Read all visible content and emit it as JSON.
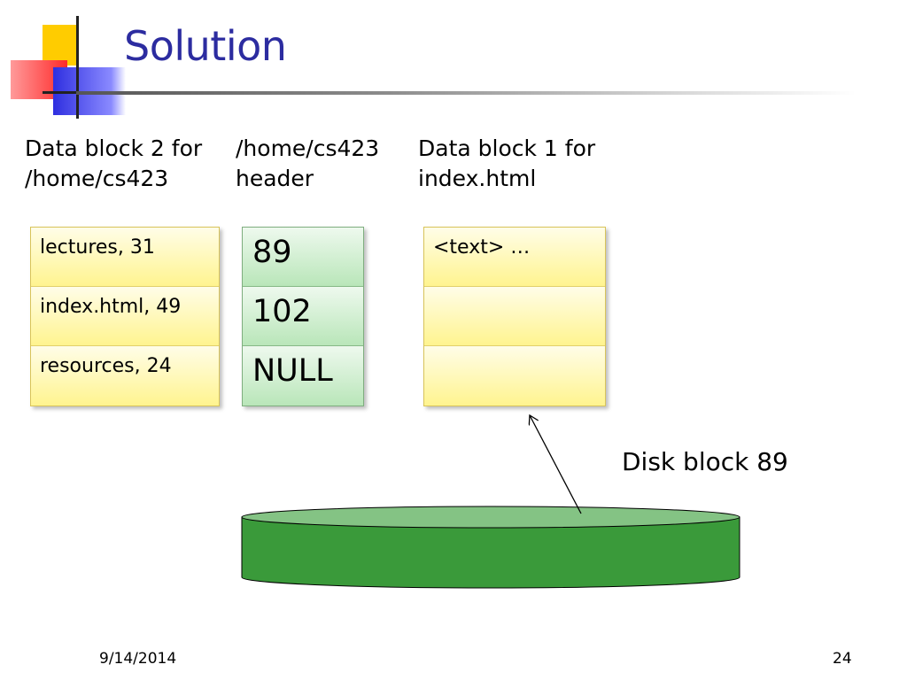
{
  "slide": {
    "title": "Solution",
    "date": "9/14/2014",
    "page_number": "24"
  },
  "headings": {
    "data_block_2": "Data block 2 for\n/home/cs423",
    "header": "/home/cs423\nheader",
    "data_block_1": "Data block 1 for\nindex.html"
  },
  "directory_block": {
    "entries": [
      "lectures, 31",
      "index.html, 49",
      "resources, 24"
    ]
  },
  "header_block": {
    "entries": [
      "89",
      "102",
      "NULL"
    ]
  },
  "file_block": {
    "entries": [
      "<text> …",
      "",
      ""
    ]
  },
  "disk": {
    "label": "Disk block 89"
  },
  "colors": {
    "title": "#2c2ca0",
    "yellow_cell": "#fff48f",
    "green_cell": "#b9e6b9",
    "disk_body": "#3a9a3a",
    "disk_top": "#84c384"
  }
}
